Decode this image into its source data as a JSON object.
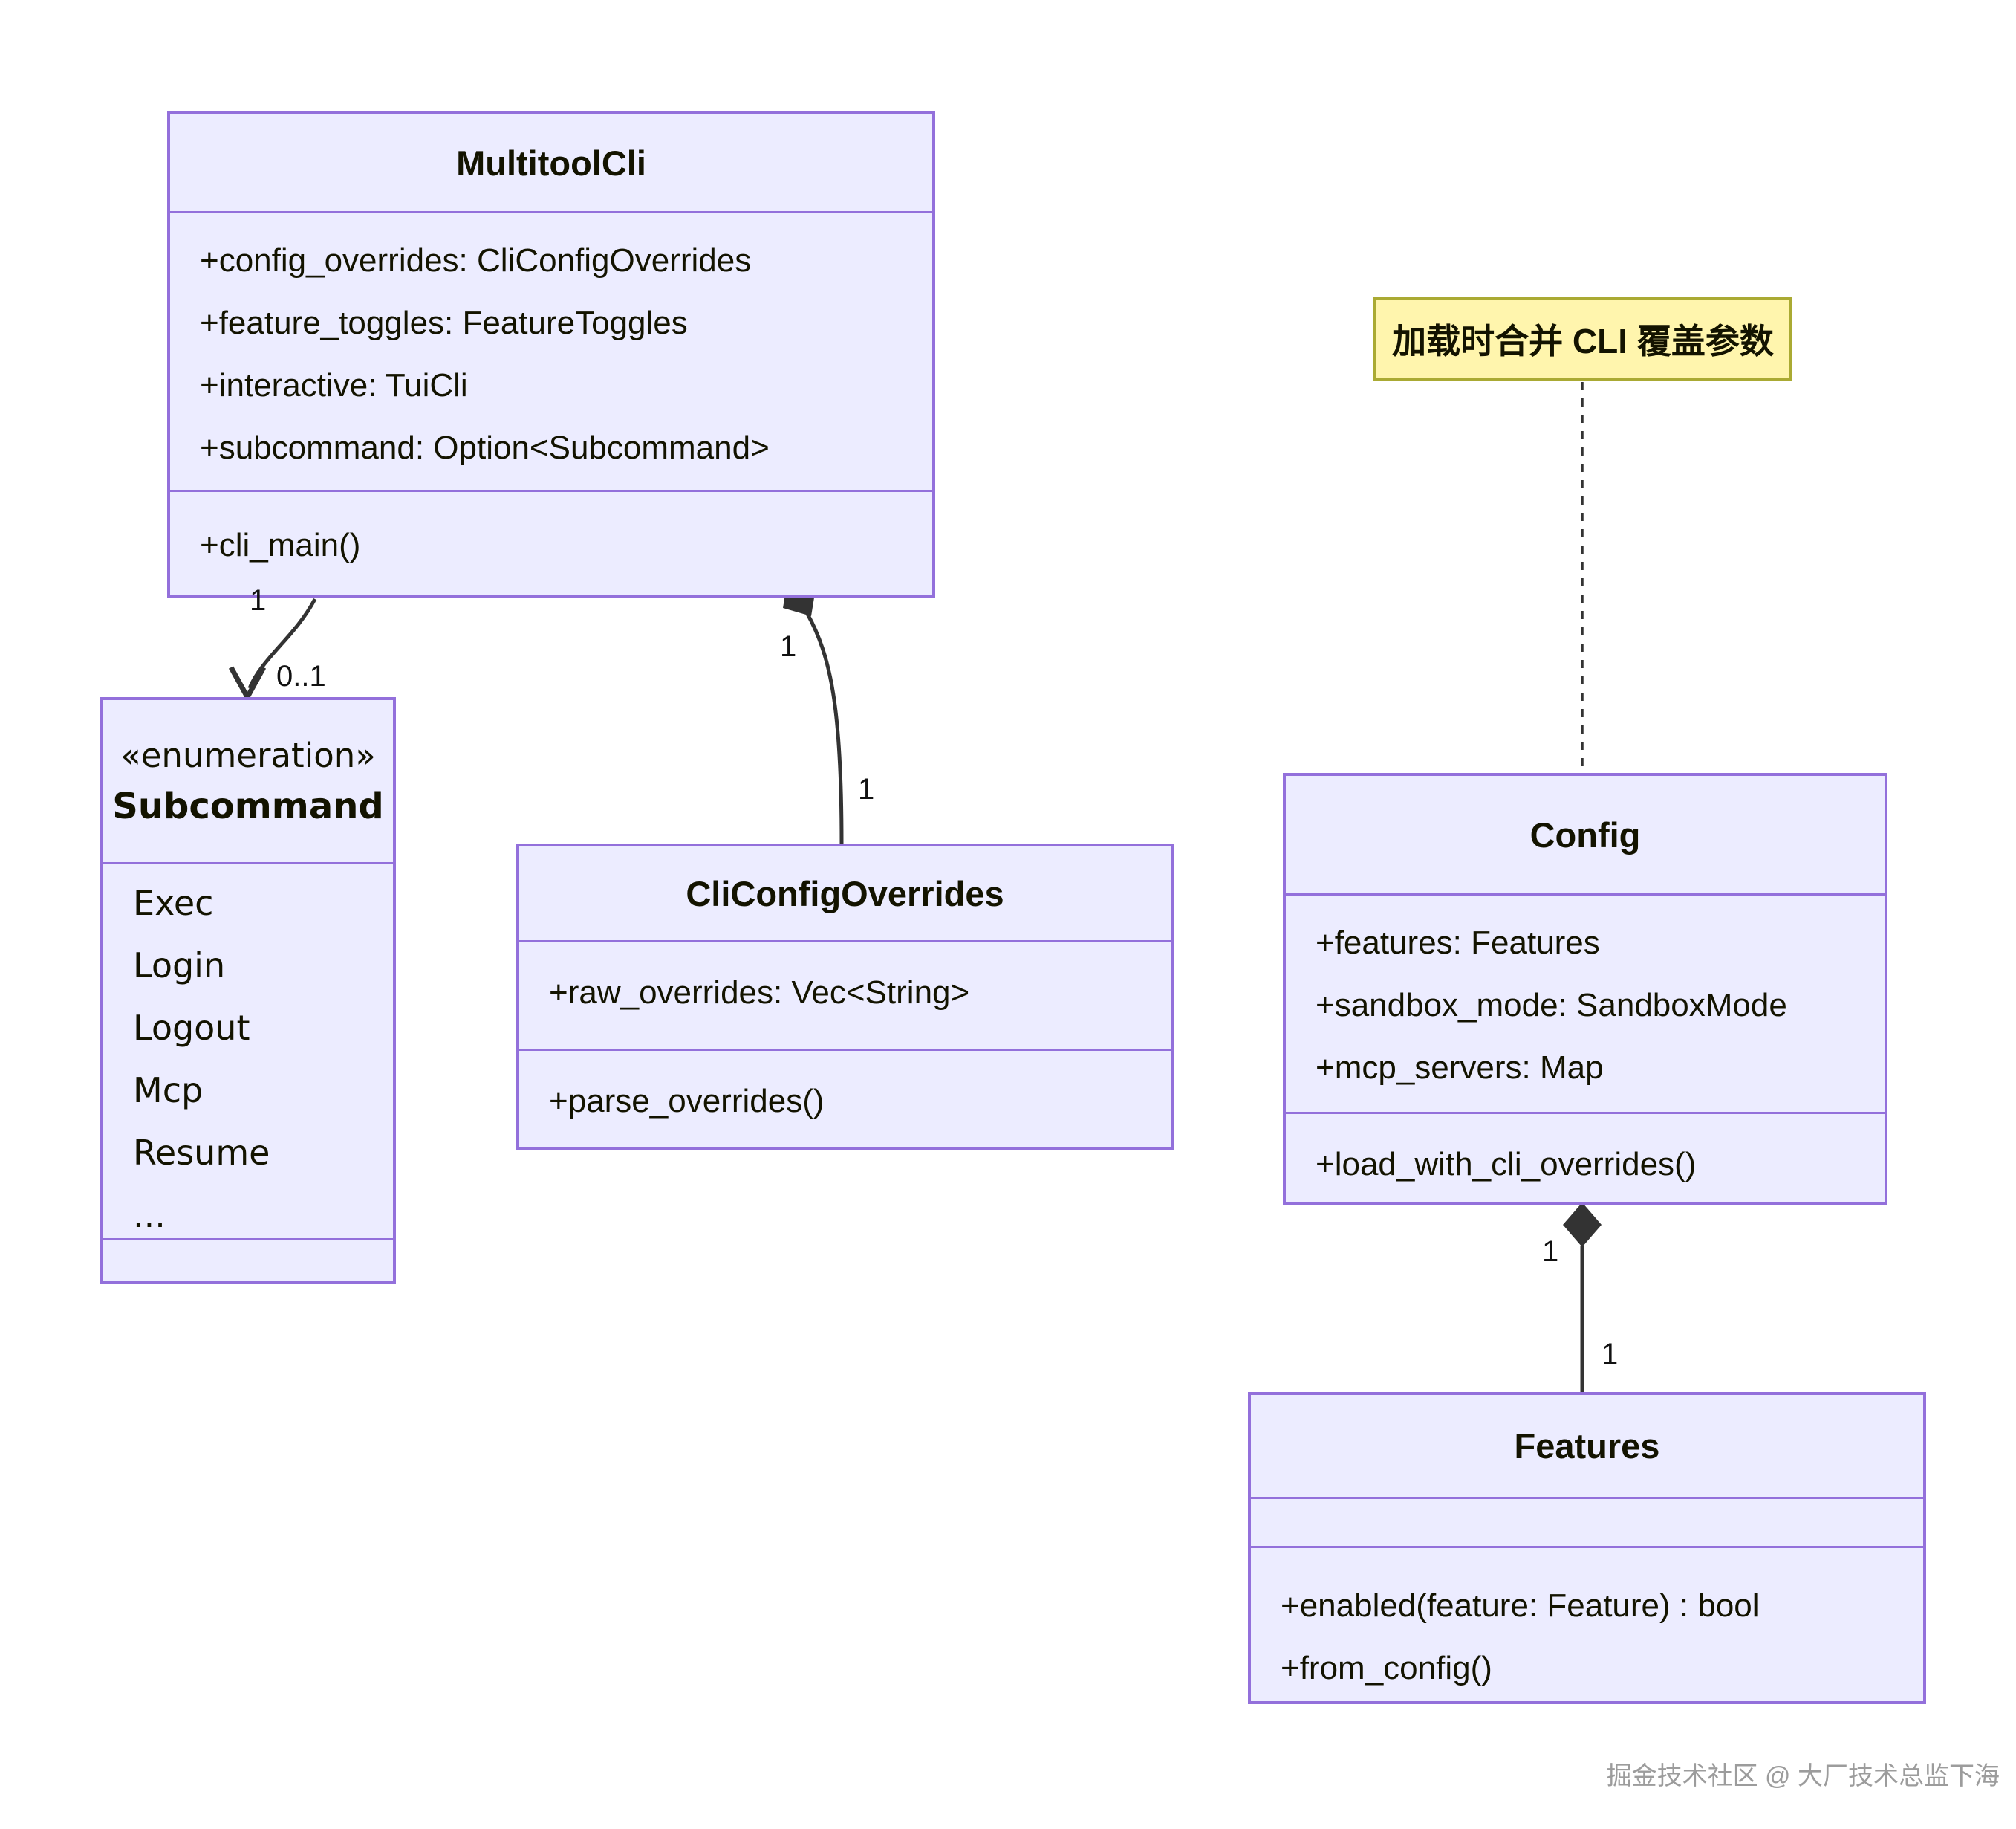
{
  "diagram": {
    "classes": {
      "multitool_cli": {
        "title": "MultitoolCli",
        "attributes": [
          "+config_overrides: CliConfigOverrides",
          "+feature_toggles: FeatureToggles",
          "+interactive: TuiCli",
          "+subcommand: Option<Subcommand>"
        ],
        "methods": [
          "+cli_main()"
        ]
      },
      "subcommand": {
        "stereotype": "«enumeration»",
        "title": "Subcommand",
        "values": [
          "Exec",
          "Login",
          "Logout",
          "Mcp",
          "Resume",
          "..."
        ]
      },
      "cli_config_overrides": {
        "title": "CliConfigOverrides",
        "attributes": [
          "+raw_overrides: Vec<String>"
        ],
        "methods": [
          "+parse_overrides()"
        ]
      },
      "config": {
        "title": "Config",
        "attributes": [
          "+features: Features",
          "+sandbox_mode: SandboxMode",
          "+mcp_servers: Map"
        ],
        "methods": [
          "+load_with_cli_overrides()"
        ]
      },
      "features": {
        "title": "Features",
        "methods": [
          "+enabled(feature: Feature) : bool",
          "+from_config()"
        ]
      }
    },
    "note": {
      "text": "加载时合并 CLI 覆盖参数"
    },
    "edges": {
      "cli_to_subcommand": {
        "source_label": "1",
        "target_label": "0..1"
      },
      "cli_to_overrides": {
        "source_label": "1",
        "target_label": "1"
      },
      "config_to_features": {
        "source_label": "1",
        "target_label": "1"
      }
    },
    "watermark": "掘金技术社区 @ 大厂技术总监下海",
    "colors": {
      "class_fill": "#ECECFF",
      "class_border": "#9370DB",
      "note_fill": "#FFF5AD",
      "note_border": "#AAAA33",
      "edge": "#333333"
    }
  }
}
